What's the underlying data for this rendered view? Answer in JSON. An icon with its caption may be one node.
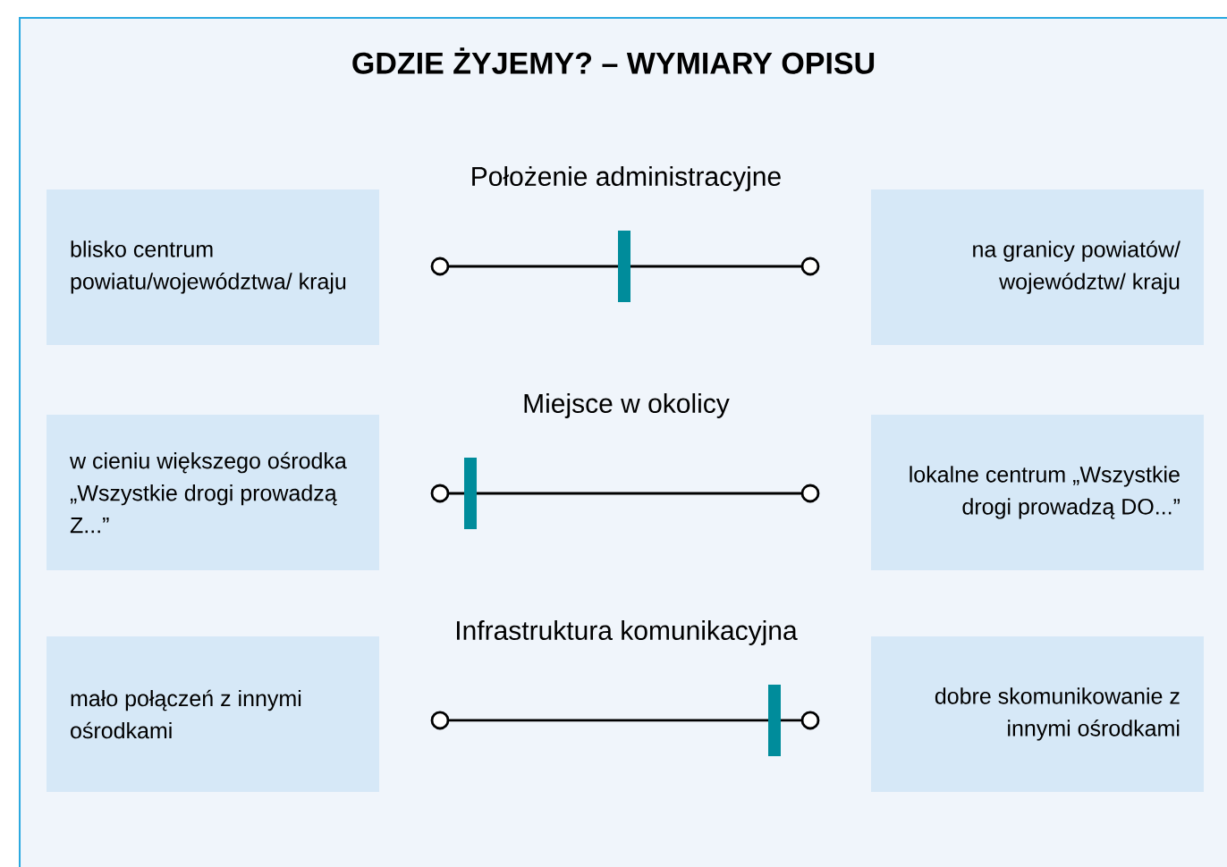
{
  "diagram": {
    "title": "GDZIE ŻYJEMY? – WYMIARY OPISU",
    "nodes": [
      {
        "text": [
          "blisko centrum powiatu/województwa/ kraju"
        ]
      },
      {
        "text": [
          "na granicy powiatów/ województw/ kraju"
        ]
      },
      {
        "text": [
          "w cieniu większego ośrodka „Wszystkie drogi prowadzą Z...”"
        ]
      },
      {
        "text": [
          "lokalne centrum „Wszystkie drogi prowadzą DO...”"
        ]
      },
      {
        "text": [
          "mało połączeń z innymi ośrodkami"
        ]
      },
      {
        "text": [
          "dobre skomunikowanie z innymi ośrodkami"
        ]
      }
    ],
    "labels": [
      "Położenie administracyjne",
      "Miejsce w okolicy",
      "Infrastruktura komunikacyjna"
    ]
  }
}
